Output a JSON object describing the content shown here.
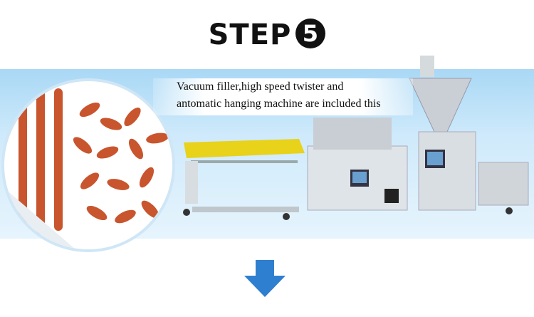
{
  "title": {
    "step_label": "STEP",
    "step_number": "5"
  },
  "caption": {
    "line1": "Vacuum filler,high speed twister and",
    "line2": "antomatic hanging machine are included this"
  },
  "colors": {
    "band": "#a9d8f5",
    "arrow": "#2f7fd0",
    "sausage": "#c8552e"
  }
}
